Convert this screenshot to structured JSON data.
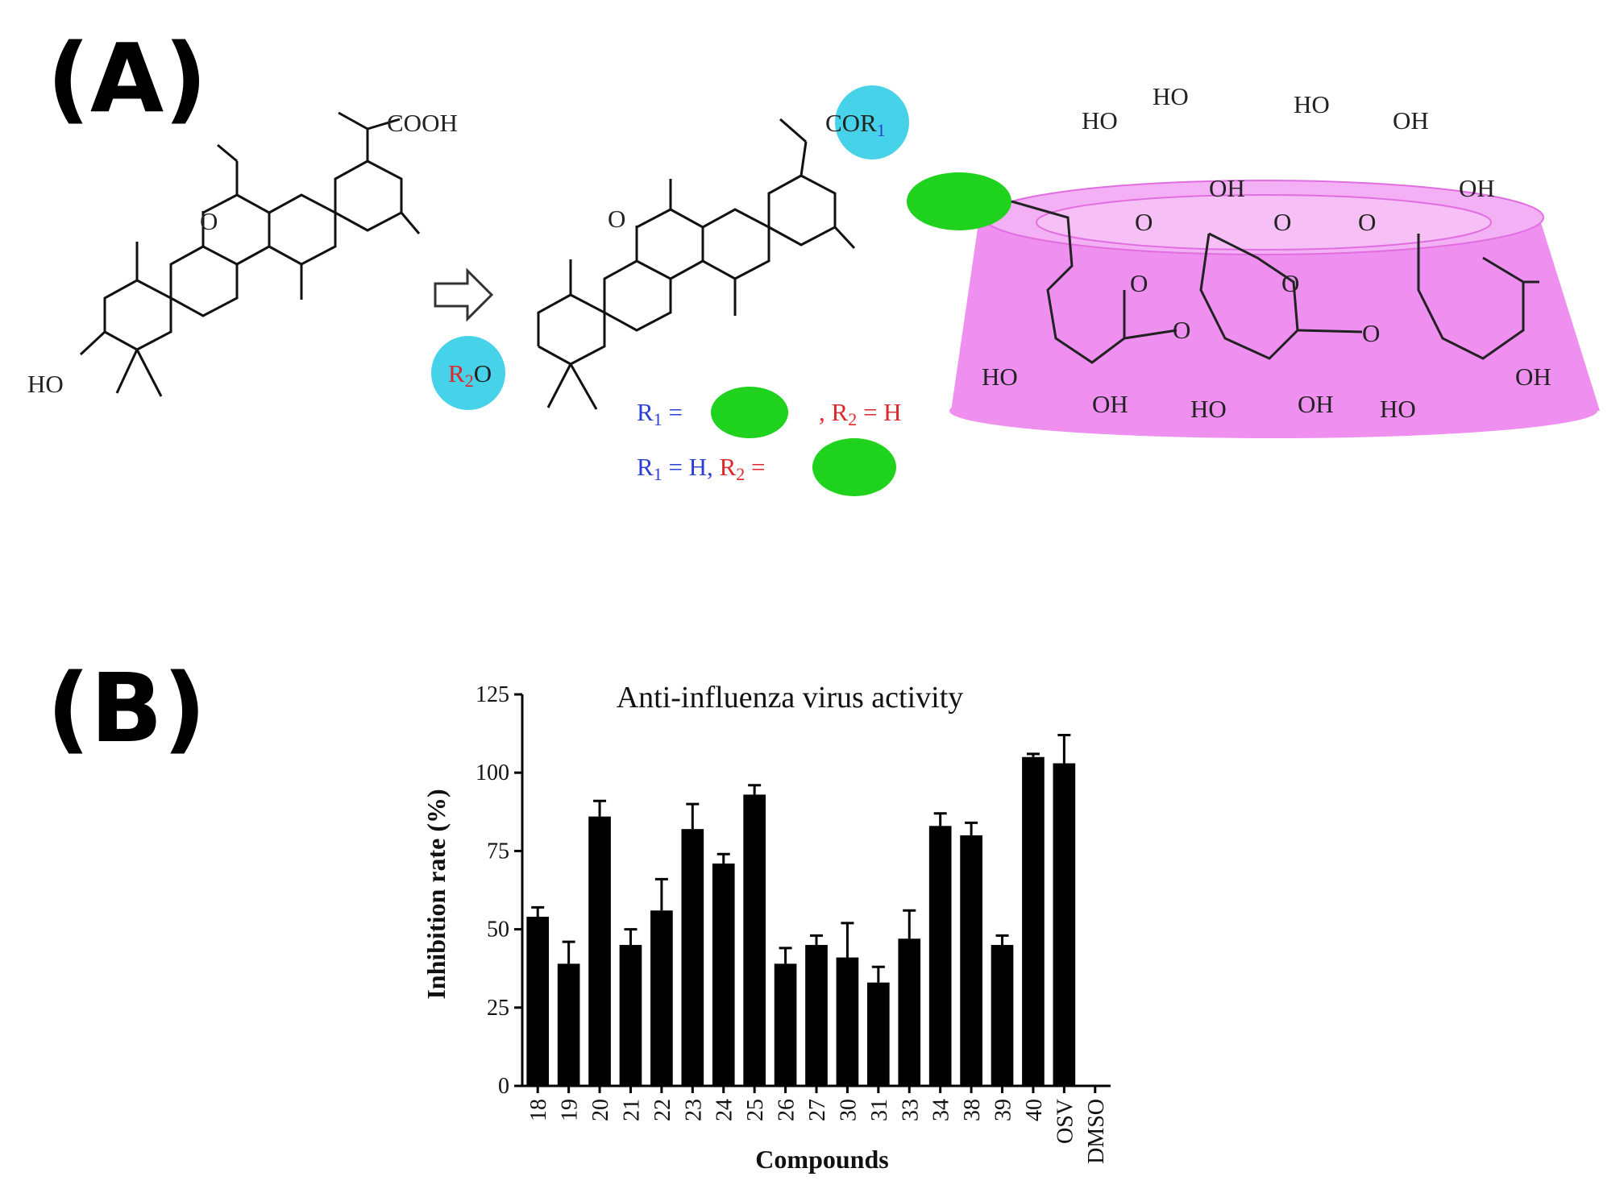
{
  "panels": {
    "a_label": "(A)",
    "b_label": "(B)"
  },
  "scheme": {
    "cooh_label": "COOH",
    "cor1_label": "COR",
    "cor1_sub": "1",
    "ho_label": "HO",
    "o_label": "O",
    "r2o_label": "R",
    "r2o_sub": "2",
    "r2o_o": "O",
    "substitution_line1": {
      "r1": "R",
      "r1_sub": "1",
      "eq": " = ",
      "r2": ", R",
      "r2_sub": "2",
      "r2_val": " = H"
    },
    "substitution_line2": {
      "r1": "R",
      "r1_sub": "1",
      "eq_h": " = H, ",
      "r2": "R",
      "r2_sub": "2",
      "eq": " = "
    },
    "cyclodextrin_labels": [
      "HO",
      "HO",
      "HO",
      "OH",
      "OH",
      "OH",
      "OH",
      "O",
      "O",
      "O",
      "O",
      "O",
      "O",
      "O",
      "HO",
      "OH",
      "HO",
      "OH",
      "HO",
      "OH",
      "OH"
    ],
    "colors": {
      "highlight": "#46d3ea",
      "green_group": "#1ed21e",
      "cyclodextrin": "#ef8ff0"
    }
  },
  "chart_data": {
    "type": "bar",
    "title": "Anti-influenza virus activity",
    "xlabel": "Compounds",
    "ylabel": "Inhibition rate (%)",
    "ylim": [
      0,
      125
    ],
    "yticks": [
      0,
      25,
      50,
      75,
      100,
      125
    ],
    "categories": [
      "18",
      "19",
      "20",
      "21",
      "22",
      "23",
      "24",
      "25",
      "26",
      "27",
      "30",
      "31",
      "33",
      "34",
      "38",
      "39",
      "40",
      "OSV",
      "DMSO"
    ],
    "values": [
      54,
      39,
      86,
      45,
      56,
      82,
      71,
      93,
      39,
      45,
      41,
      33,
      47,
      83,
      80,
      45,
      105,
      103,
      0
    ],
    "errors": [
      3,
      7,
      5,
      5,
      10,
      8,
      3,
      3,
      5,
      3,
      11,
      5,
      9,
      4,
      4,
      3,
      1,
      9,
      0
    ],
    "bar_color": "#000000"
  }
}
